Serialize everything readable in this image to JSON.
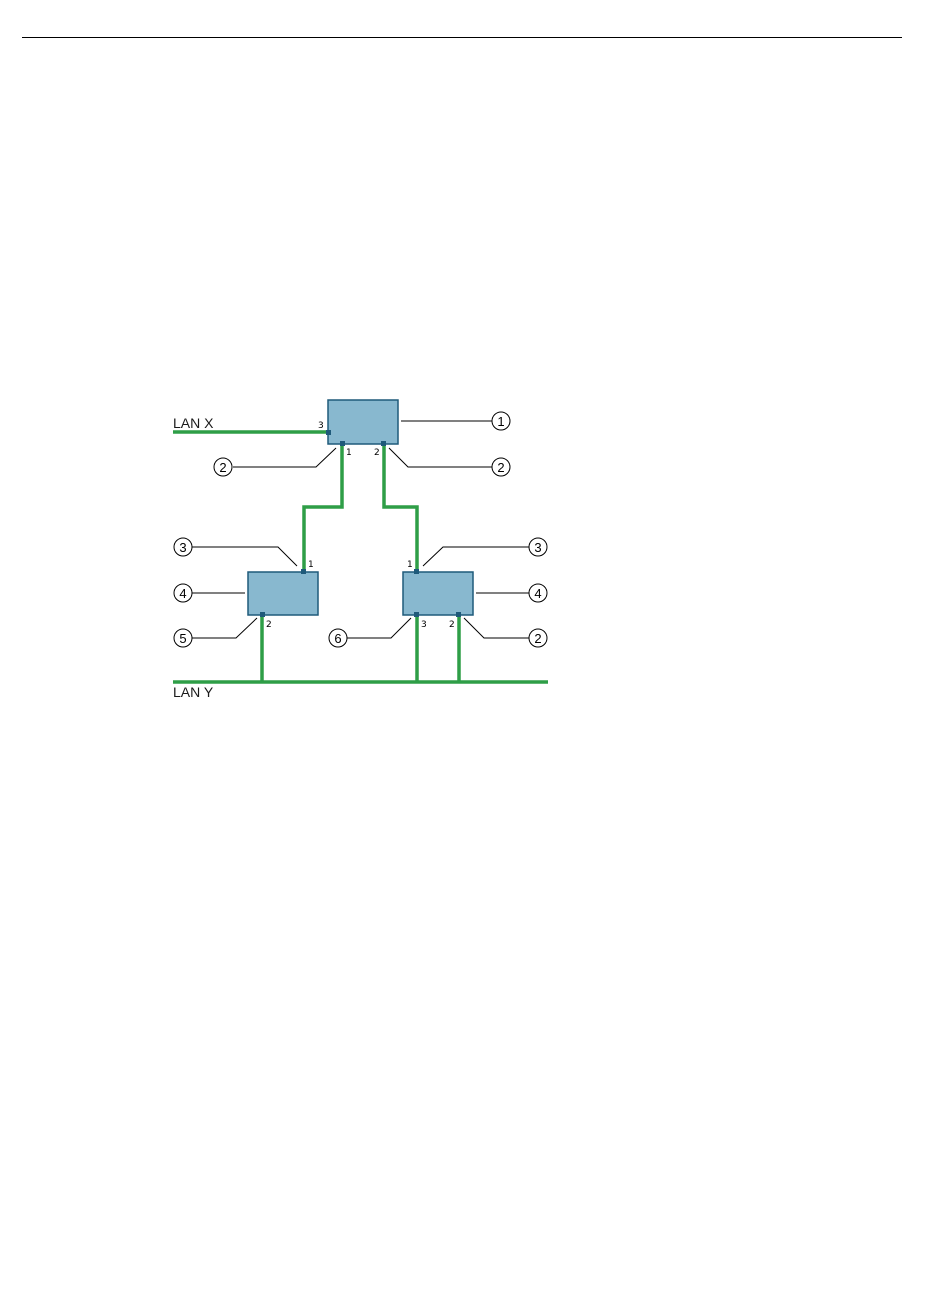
{
  "diagram": {
    "lan_x_label": "LAN X",
    "lan_y_label": "LAN Y",
    "colors": {
      "lan_line": "#2e9e47",
      "device_fill": "#88b8cf",
      "device_stroke": "#1f5a7a"
    },
    "devices": {
      "top": {
        "ports": {
          "p3": "3",
          "p1": "1",
          "p2": "2"
        }
      },
      "left": {
        "ports": {
          "p1": "1",
          "p2": "2"
        }
      },
      "right": {
        "ports": {
          "p1": "1",
          "p3": "3",
          "p2": "2"
        }
      }
    },
    "callouts": {
      "top_device": "1",
      "top_port1": "2",
      "top_port2": "2",
      "left_port1": "3",
      "right_port1": "3",
      "left_device": "4",
      "right_device": "4",
      "left_port2": "5",
      "right_port3": "6",
      "right_port2": "2"
    }
  }
}
